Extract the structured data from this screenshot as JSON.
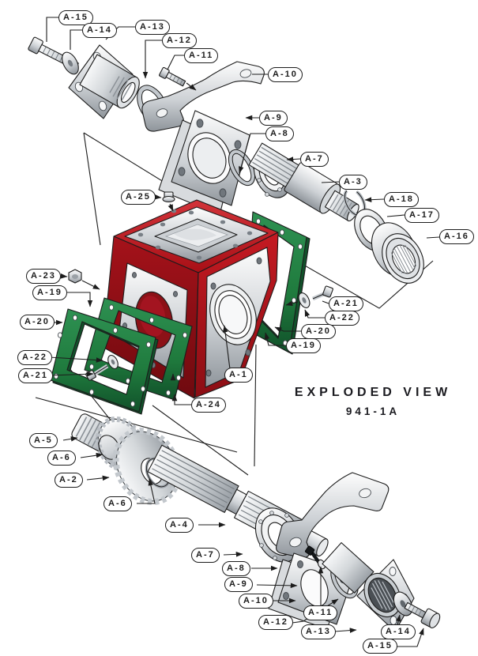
{
  "title": {
    "heading": "EXPLODED VIEW",
    "part_number": "941-1A"
  },
  "colors": {
    "housing_red": "#b5121b",
    "gasket_green": "#1f7a3d",
    "line_ink": "#1c1c1c",
    "metal_light": "#f4f5f6",
    "metal_dark": "#8f959b"
  },
  "callouts": {
    "a15_top": "A-15",
    "a14_top": "A-14",
    "a13_top": "A-13",
    "a12_top": "A-12",
    "a11_top": "A-11",
    "a10_top": "A-10",
    "a9_top": "A-9",
    "a8_top": "A-8",
    "a7_top": "A-7",
    "a3": "A-3",
    "a18": "A-18",
    "a17": "A-17",
    "a16": "A-16",
    "a25": "A-25",
    "a23": "A-23",
    "a19_left": "A-19",
    "a20_left": "A-20",
    "a22_left": "A-22",
    "a21_left": "A-21",
    "a1": "A-1",
    "a24": "A-24",
    "a21_right": "A-21",
    "a22_right": "A-22",
    "a20_right": "A-20",
    "a19_right": "A-19",
    "a5": "A-5",
    "a6_upper": "A-6",
    "a2": "A-2",
    "a6_lower": "A-6",
    "a4": "A-4",
    "a7_bottom": "A-7",
    "a8_bottom": "A-8",
    "a9_bottom": "A-9",
    "a10_bottom": "A-10",
    "a11_bottom": "A-11",
    "a12_bottom": "A-12",
    "a13_bottom": "A-13",
    "a14_bottom": "A-14",
    "a15_bottom": "A-15"
  }
}
